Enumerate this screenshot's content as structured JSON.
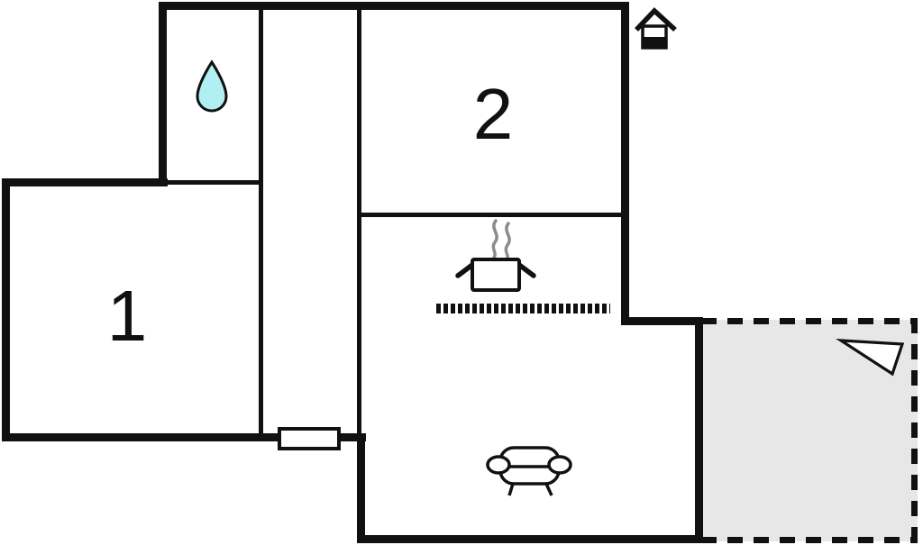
{
  "floorplan": {
    "rooms": [
      {
        "name": "room-1",
        "label": "1"
      },
      {
        "name": "room-2",
        "label": "2"
      }
    ],
    "icons": [
      "water-drop-icon",
      "house-entrance-icon",
      "cooking-pot-steam-icon",
      "sofa-icon",
      "north-arrow-icon"
    ],
    "colors": {
      "wall": "#111111",
      "background": "#ffffff",
      "water_drop_fill": "#b2eff2",
      "steam_stroke": "#8c8c8c",
      "terrace_fill": "#e7e7e7"
    }
  }
}
